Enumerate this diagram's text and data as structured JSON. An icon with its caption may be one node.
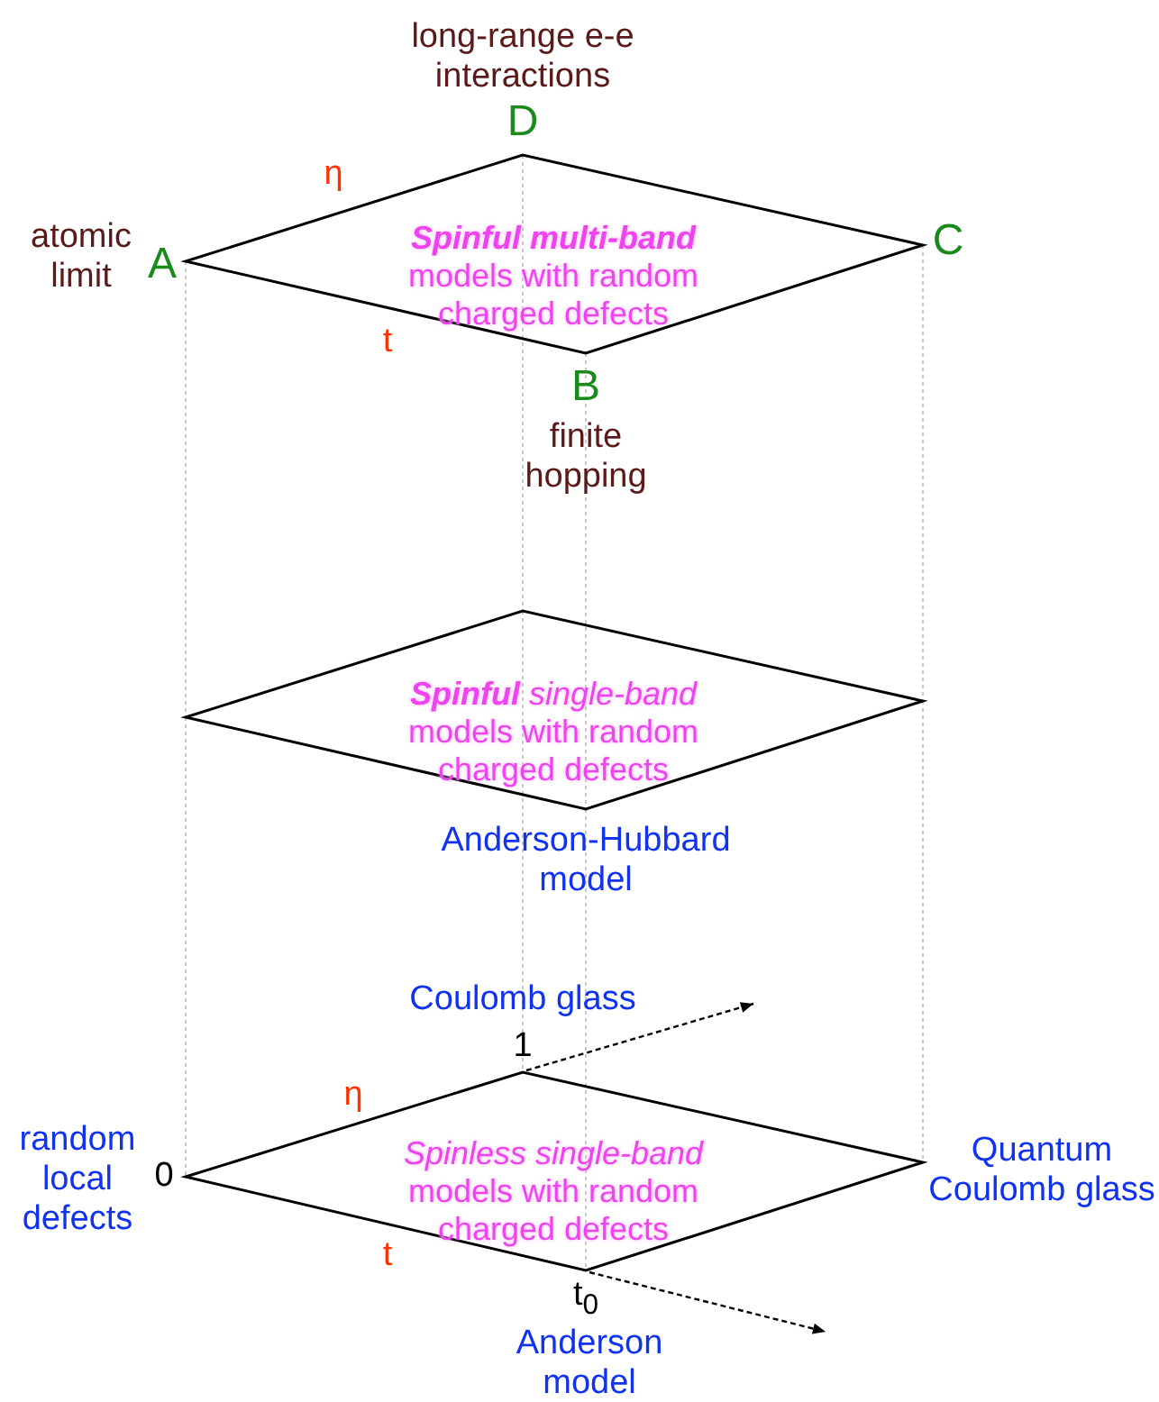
{
  "diagram": {
    "nodes": [
      {
        "text": [
          "**Spinful multi-band** models with random charged defects"
        ],
        "beside": [
          "D",
          "A",
          "C",
          "B"
        ]
      },
      {
        "text": [
          "**Spinful** *single-band* models with random charged defects"
        ],
        "beside": [
          "Anderson-Hubbard model"
        ]
      },
      {
        "text": [
          "*Spinless single-band* models with random charged defects"
        ],
        "beside": [
          "1",
          "0",
          "t$_{0}$"
        ]
      }
    ],
    "edges": [
      {
        "from": 0,
        "to": 1,
        "arrow": "none",
        "style": "dashed",
        "color": "#c8c8c8"
      },
      {
        "from": 0,
        "to": 1,
        "arrow": "none",
        "style": "dashed",
        "color": "#c8c8c8"
      },
      {
        "from": 0,
        "to": 1,
        "arrow": "none",
        "style": "dashed",
        "color": "#c8c8c8"
      },
      {
        "from": 0,
        "to": 1,
        "arrow": "none",
        "style": "dashed",
        "color": "#c8c8c8"
      },
      {
        "from": 1,
        "to": 2,
        "arrow": "none",
        "style": "dashed",
        "color": "#c8c8c8"
      },
      {
        "from": 1,
        "to": 2,
        "arrow": "none",
        "style": "dashed",
        "color": "#c8c8c8"
      },
      {
        "from": 1,
        "to": 2,
        "arrow": "none",
        "style": "dashed",
        "color": "#c8c8c8"
      },
      {
        "from": 1,
        "to": 2,
        "arrow": "none",
        "style": "dashed",
        "color": "#c8c8c8"
      }
    ],
    "labels": [
      "long-range e-e interactions",
      "η",
      "atomic limit",
      "t",
      "finite hopping",
      "Coulomb glass",
      "η",
      "random local defects",
      "Quantum Coulomb glass",
      "t",
      "Anderson model"
    ]
  }
}
